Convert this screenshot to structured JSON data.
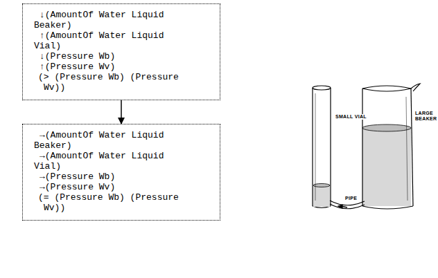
{
  "diagram": {
    "nodes": [
      {
        "text": [
          "↓(AmountOf Water Liquid Beaker)",
          "↑(AmountOf Water Liquid Vial)",
          "↓(Pressure Wb)",
          "↑(Pressure Wv)",
          "(> (Pressure Wb) (Pressure Wv))"
        ]
      },
      {
        "text": [
          "→(AmountOf Water Liquid Beaker)",
          "→(AmountOf Water Liquid Vial)",
          "→(Pressure Wb)",
          "→(Pressure Wv)",
          "(= (Pressure Wb) (Pressure Wv))"
        ]
      }
    ],
    "edges": [
      {
        "from": 0,
        "to": 1,
        "arrow": "to"
      }
    ],
    "labels": [
      "SMALL VIAL",
      "LARGE BEAKER",
      "PIPE"
    ]
  }
}
